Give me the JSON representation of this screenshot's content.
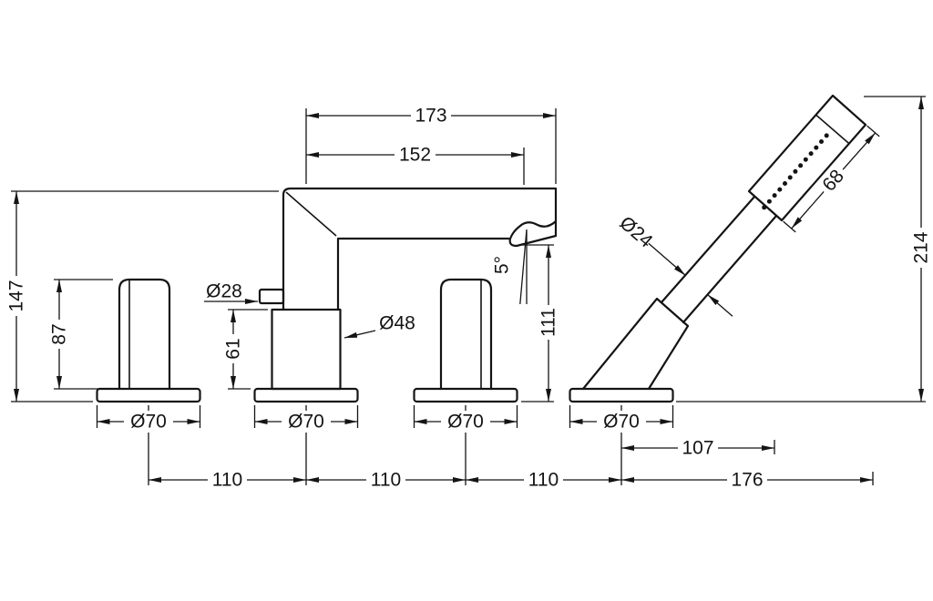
{
  "drawing": {
    "title": "Four-hole bath mixer with hand shower - dimensional drawing",
    "line_color": "#141414",
    "background": "#ffffff"
  },
  "dims": {
    "spout_total": "173",
    "spout_outlet": "152",
    "height_overall": "147",
    "handle_height": "87",
    "knob_dia": "Ø28",
    "column_dia": "Ø48",
    "column_height": "61",
    "spout_angle": "5°",
    "outlet_height": "111",
    "shower_dia": "Ø24",
    "spray_length": "68",
    "shower_height": "214",
    "base_dia_1": "Ø70",
    "base_dia_2": "Ø70",
    "base_dia_3": "Ø70",
    "base_dia_4": "Ø70",
    "offset_shower": "107",
    "spacing_1": "110",
    "spacing_2": "110",
    "spacing_3": "110",
    "shower_reach": "176"
  }
}
